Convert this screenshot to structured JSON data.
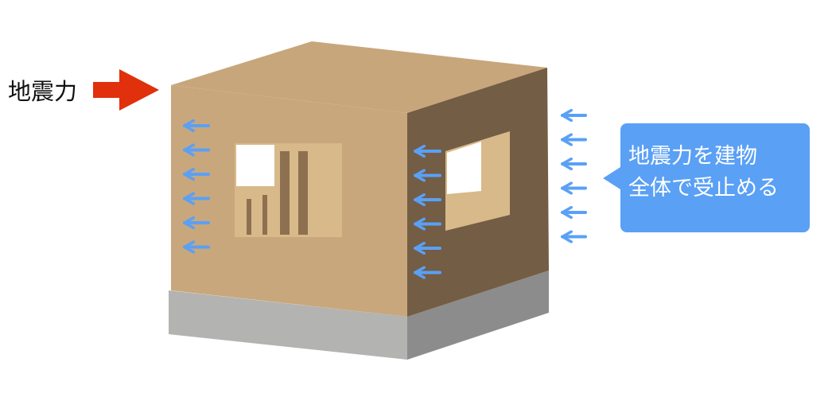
{
  "left_label": "地震力",
  "callout": {
    "line1": "地震力を建物",
    "line2": "全体で受止める"
  },
  "colors": {
    "force_arrow": "#e0300c",
    "reaction_arrow": "#5aa0f5",
    "wall": "#c9a77c",
    "side_wall": "#735d45",
    "foundation": "#a9a9a9"
  }
}
